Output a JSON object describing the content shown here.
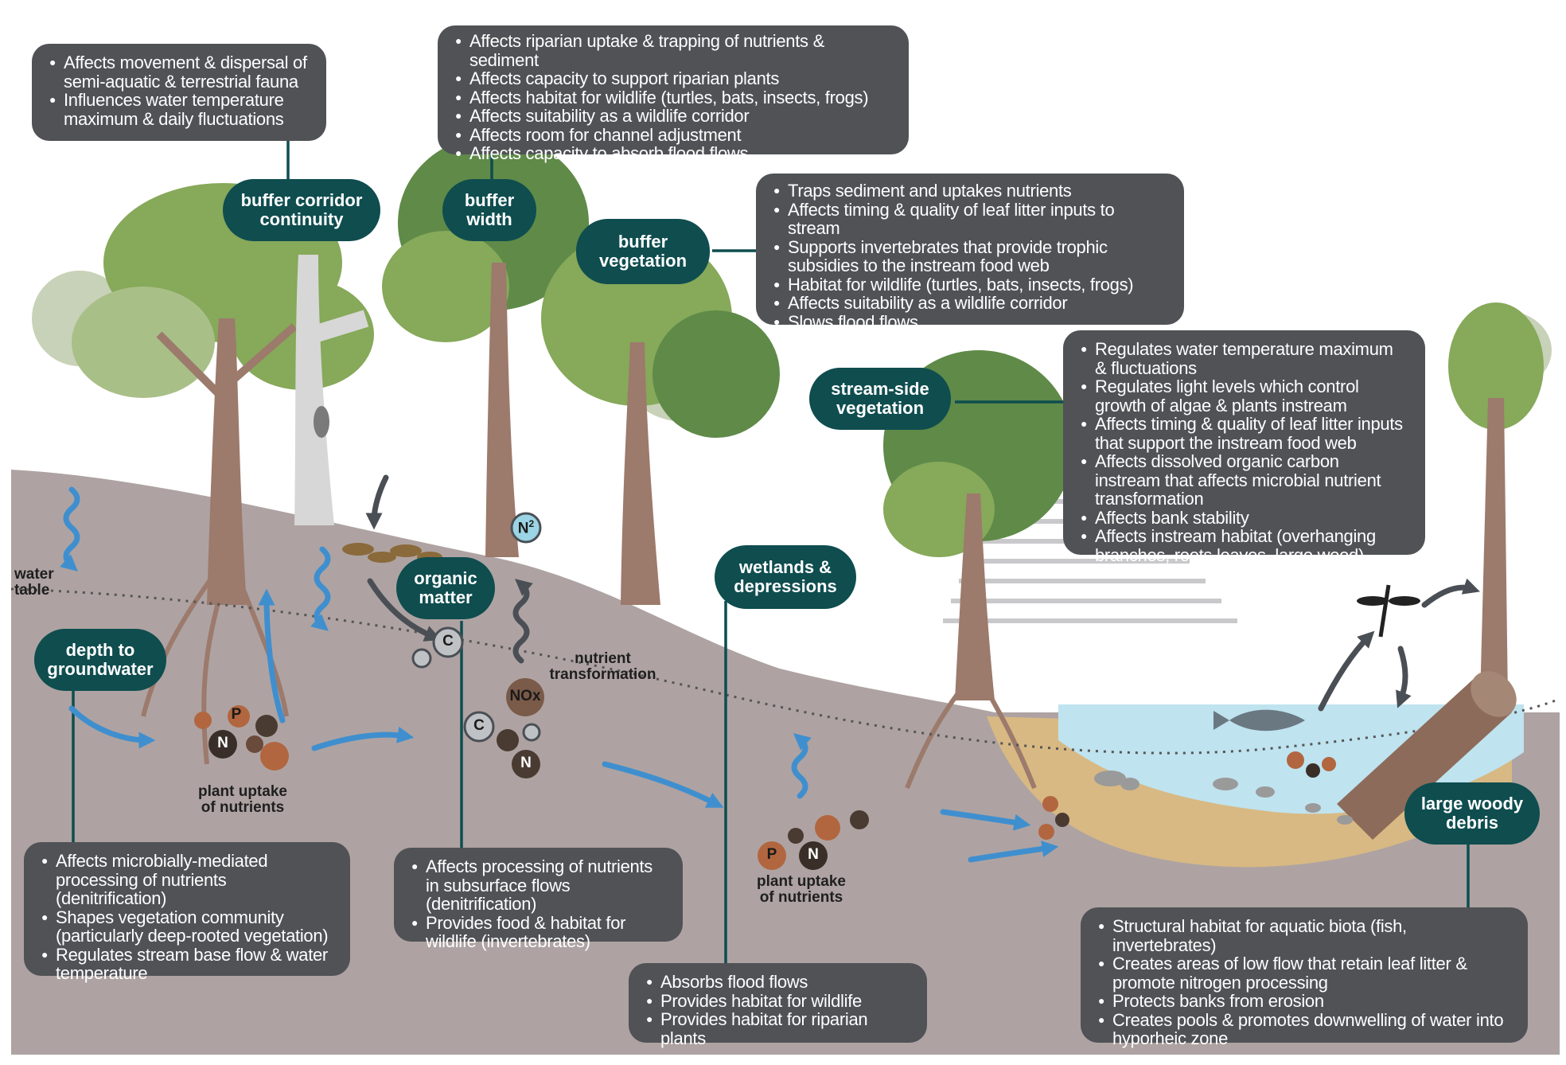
{
  "colors": {
    "ground": "#aea3a2",
    "streambed": "#d8b983",
    "water": "#bfe3ef",
    "label_box": "#505256",
    "pill": "#0f4d4f",
    "tree_trunk": "#9c7a6c",
    "foliage_dark": "#5f8a48",
    "foliage_mid": "#86a95a",
    "foliage_light": "#a9bf88",
    "water_arrow": "#3f8fcf",
    "dark_arrow": "#4a4f55"
  },
  "icons": [
    "tree-icon",
    "dead-tree-icon",
    "fish-icon",
    "dragonfly-icon",
    "log-icon",
    "leaf-litter-icon"
  ],
  "pills": {
    "buffer_corridor": "buffer corridor continuity",
    "buffer_width": "buffer width",
    "buffer_vegetation": "buffer vegetation",
    "stream_side": "stream-side vegetation",
    "depth": "depth to groundwater",
    "organic": "organic matter",
    "wetlands": "wetlands & depressions",
    "woody": "large woody debris"
  },
  "boxes": {
    "corridor": [
      "Affects movement & dispersal of semi-aquatic & terrestrial fauna",
      "Influences water temperature maximum & daily fluctuations"
    ],
    "width": [
      "Affects riparian uptake & trapping of nutrients & sediment",
      "Affects capacity to support riparian plants",
      "Affects habitat for wildlife  (turtles, bats, insects, frogs)",
      "Affects suitability as a wildlife corridor",
      "Affects room for channel adjustment",
      "Affects capacity to absorb flood flows"
    ],
    "vegetation": [
      "Traps sediment and uptakes nutrients",
      "Affects timing & quality of leaf litter inputs to stream",
      "Supports invertebrates that provide trophic subsidies to the instream food web",
      "Habitat for wildlife (turtles, bats, insects, frogs)",
      "Affects suitability as a wildlife corridor",
      "Slows flood flows"
    ],
    "streamside": [
      "Regulates water temperature maximum & fluctuations",
      "Regulates light levels which control growth of algae & plants instream",
      "Affects timing & quality of leaf litter inputs that support the instream food web",
      "Affects dissolved organic carbon instream that affects microbial nutrient transformation",
      "Affects bank stability",
      "Affects instream habitat (overhanging branches, roots,leaves, large wood)"
    ],
    "depth": [
      "Affects microbially-mediated processing of nutrients (denitrification)",
      "Shapes vegetation community (particularly deep-rooted vegetation)",
      "Regulates stream base flow & water temperature"
    ],
    "organic": [
      "Affects processing of nutrients in subsurface flows (denitrification)",
      "Provides food & habitat for wildlife (invertebrates)"
    ],
    "wetlands": [
      "Absorbs flood flows",
      "Provides habitat for wildlife",
      "Provides habitat for riparian plants"
    ],
    "woody": [
      "Structural habitat for aquatic biota (fish, invertebrates)",
      "Creates areas of low flow that retain leaf litter & promote nitrogen processing",
      "Protects banks from erosion",
      "Creates pools & promotes downwelling of water into hyporheic zone"
    ]
  },
  "labels": {
    "water_table": "water table",
    "nutrient_transformation": "nutrient transformation",
    "plant_uptake": "plant uptake of nutrients"
  },
  "symbols": {
    "phosphorus": "P",
    "nitrogen": "N",
    "carbon": "C",
    "nitrous_oxides": "NOx",
    "nitrogen_gas": "N",
    "superscript_two": "2"
  }
}
